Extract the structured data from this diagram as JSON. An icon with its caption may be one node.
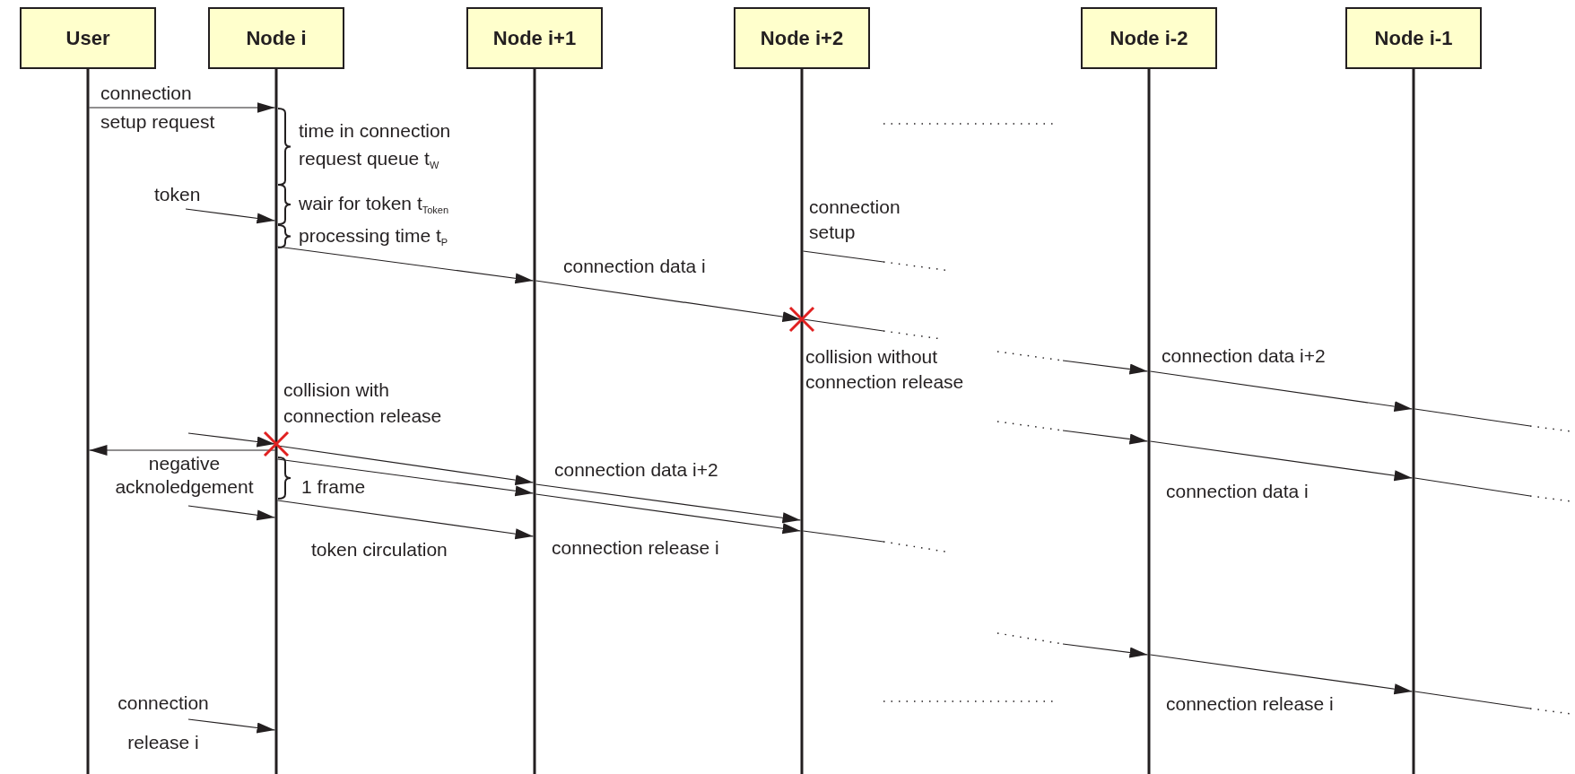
{
  "diagram": {
    "nodes": [
      {
        "text": [
          "User"
        ]
      },
      {
        "text": [
          "Node i"
        ]
      },
      {
        "text": [
          "Node i+1"
        ]
      },
      {
        "text": [
          "Node i+2"
        ]
      },
      {
        "text": [
          "Node i-2"
        ]
      },
      {
        "text": [
          "Node i-1"
        ]
      }
    ],
    "edges": [
      {
        "from": 0,
        "to": 1,
        "arrow": "to",
        "label": "connection setup request"
      },
      {
        "from": null,
        "to": 1,
        "arrow": "to",
        "label": "token"
      },
      {
        "from": 1,
        "to": 2,
        "arrow": "to"
      },
      {
        "from": 3,
        "to": null,
        "arrow": "none",
        "label": "connection setup"
      },
      {
        "from": 2,
        "to": 3,
        "arrow": "to",
        "label": "connection data i"
      },
      {
        "from": 3,
        "to": null,
        "arrow": "none"
      },
      {
        "from": null,
        "to": 4,
        "arrow": "to"
      },
      {
        "from": 4,
        "to": 5,
        "arrow": "to",
        "label": "connection data i+2"
      },
      {
        "from": 5,
        "to": null,
        "arrow": "none"
      },
      {
        "from": null,
        "to": 1,
        "arrow": "to"
      },
      {
        "from": 1,
        "to": 0,
        "arrow": "to",
        "label": "negative acknoledgement"
      },
      {
        "from": 1,
        "to": 2,
        "arrow": "to"
      },
      {
        "from": 1,
        "to": 2,
        "arrow": "to"
      },
      {
        "from": 2,
        "to": 3,
        "arrow": "to",
        "label": "connection data i+2"
      },
      {
        "from": 2,
        "to": 3,
        "arrow": "to",
        "label": "connection release i"
      },
      {
        "from": 3,
        "to": null,
        "arrow": "none"
      },
      {
        "from": null,
        "to": 4,
        "arrow": "to"
      },
      {
        "from": 4,
        "to": 5,
        "arrow": "to",
        "label": "connection data i"
      },
      {
        "from": 5,
        "to": null,
        "arrow": "none"
      },
      {
        "from": null,
        "to": 1,
        "arrow": "to"
      },
      {
        "from": 1,
        "to": 2,
        "arrow": "to",
        "label": "token circulation"
      },
      {
        "from": null,
        "to": 4,
        "arrow": "to"
      },
      {
        "from": 4,
        "to": 5,
        "arrow": "to",
        "label": "connection release i"
      },
      {
        "from": 5,
        "to": null,
        "arrow": "none"
      },
      {
        "from": null,
        "to": 1,
        "arrow": "to",
        "label": "connection release i"
      }
    ],
    "labels": [
      "time in connection request queue  t$_{W}$",
      "wair for token t$_{Token}$",
      "processing time t$_{P}$",
      "collision without connection release",
      "collision with connection release",
      "1 frame"
    ]
  }
}
